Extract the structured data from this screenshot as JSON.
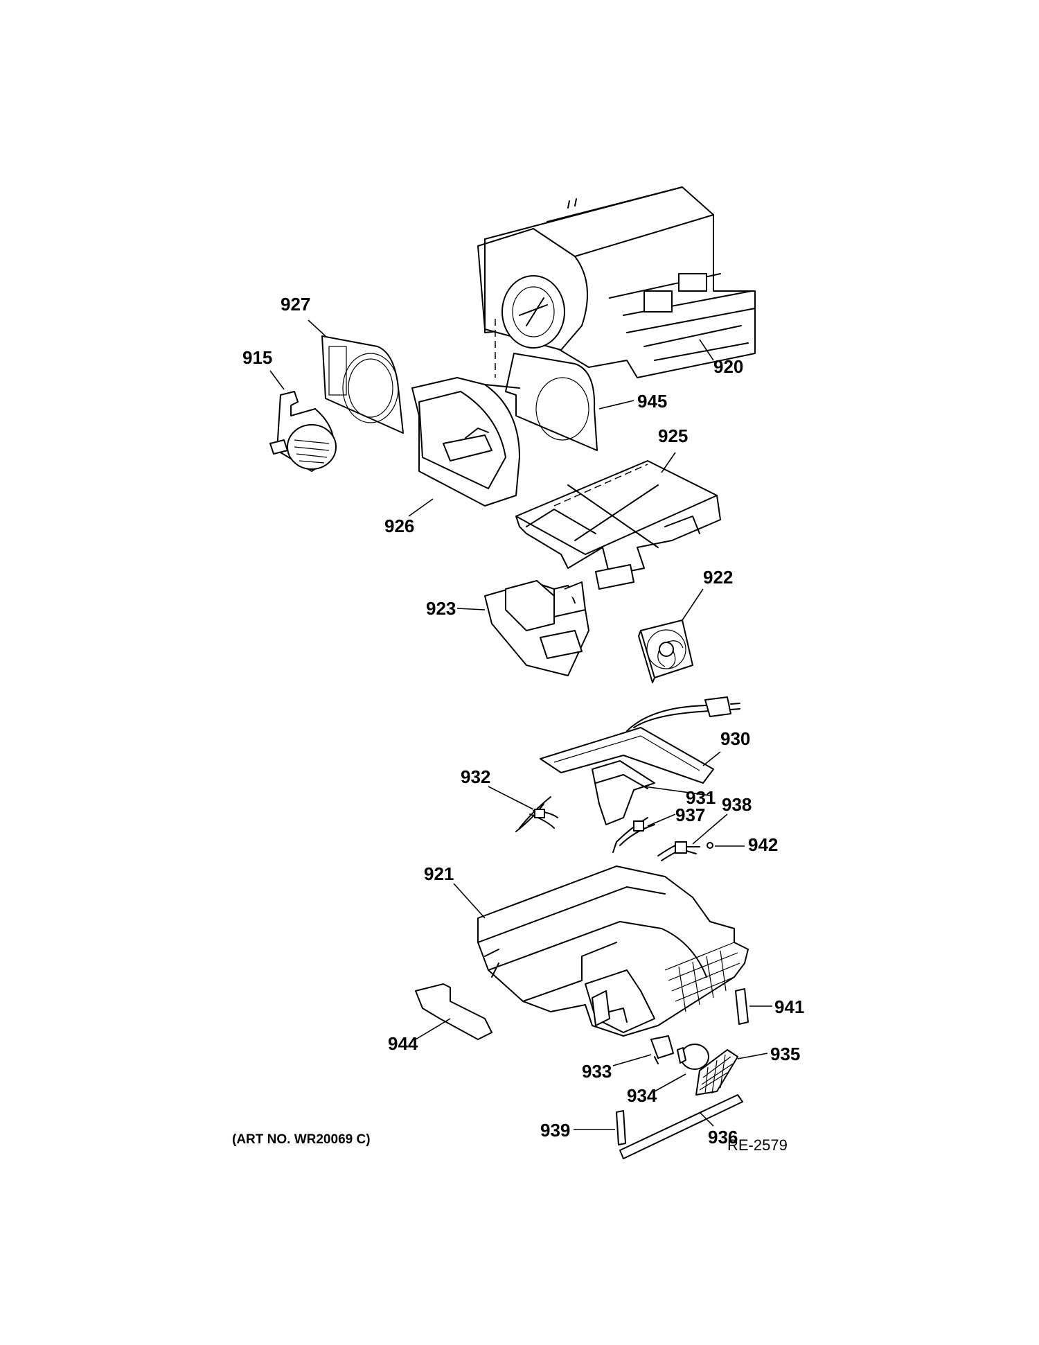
{
  "diagram": {
    "labels": {
      "p920": "920",
      "p927": "927",
      "p915": "915",
      "p945": "945",
      "p925": "925",
      "p926": "926",
      "p922": "922",
      "p923": "923",
      "p930": "930",
      "p932": "932",
      "p931": "931",
      "p938": "938",
      "p937": "937",
      "p942": "942",
      "p921": "921",
      "p941": "941",
      "p944": "944",
      "p935": "935",
      "p933": "933",
      "p934": "934",
      "p936": "936",
      "p939": "939"
    },
    "art_number": "(ART NO. WR20069 C)",
    "reference_code": "RE-2579"
  }
}
